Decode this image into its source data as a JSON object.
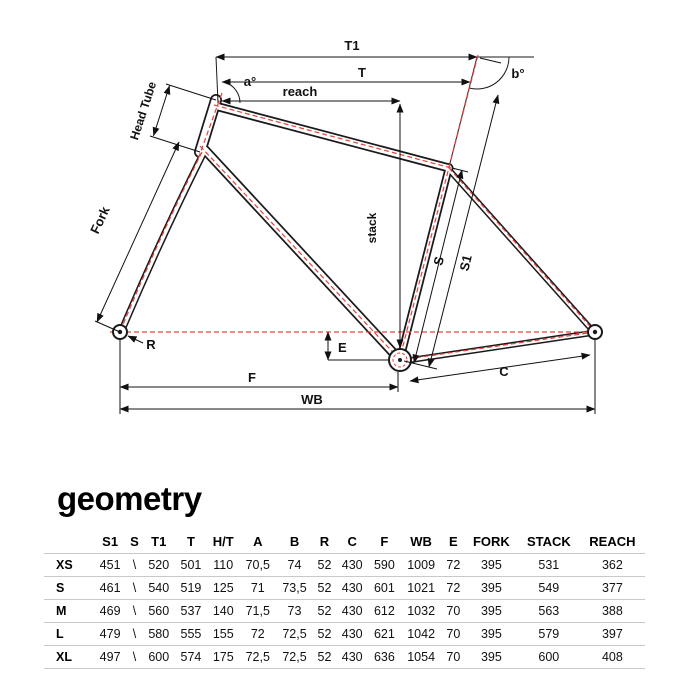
{
  "title": "geometry",
  "diagram": {
    "accent_color": "#e8403a",
    "labels": {
      "t1": "T1",
      "t": "T",
      "reach": "reach",
      "angle_a": "a°",
      "angle_b": "b°",
      "head_tube": "Head Tube",
      "fork": "Fork",
      "stack": "stack",
      "s": "S",
      "s1": "S1",
      "r": "R",
      "e": "E",
      "f": "F",
      "c": "C",
      "wb": "WB"
    }
  },
  "table": {
    "columns": [
      "S1",
      "S",
      "T1",
      "T",
      "H/T",
      "A",
      "B",
      "R",
      "C",
      "F",
      "WB",
      "E",
      "FORK",
      "STACK",
      "REACH"
    ],
    "rows": [
      {
        "size": "XS",
        "values": [
          "451",
          "\\",
          "520",
          "501",
          "110",
          "70,5",
          "74",
          "52",
          "430",
          "590",
          "1009",
          "72",
          "395",
          "531",
          "362"
        ]
      },
      {
        "size": "S",
        "values": [
          "461",
          "\\",
          "540",
          "519",
          "125",
          "71",
          "73,5",
          "52",
          "430",
          "601",
          "1021",
          "72",
          "395",
          "549",
          "377"
        ]
      },
      {
        "size": "M",
        "values": [
          "469",
          "\\",
          "560",
          "537",
          "140",
          "71,5",
          "73",
          "52",
          "430",
          "612",
          "1032",
          "70",
          "395",
          "563",
          "388"
        ]
      },
      {
        "size": "L",
        "values": [
          "479",
          "\\",
          "580",
          "555",
          "155",
          "72",
          "72,5",
          "52",
          "430",
          "621",
          "1042",
          "70",
          "395",
          "579",
          "397"
        ]
      },
      {
        "size": "XL",
        "values": [
          "497",
          "\\",
          "600",
          "574",
          "175",
          "72,5",
          "72,5",
          "52",
          "430",
          "636",
          "1054",
          "70",
          "395",
          "600",
          "408"
        ]
      }
    ]
  }
}
